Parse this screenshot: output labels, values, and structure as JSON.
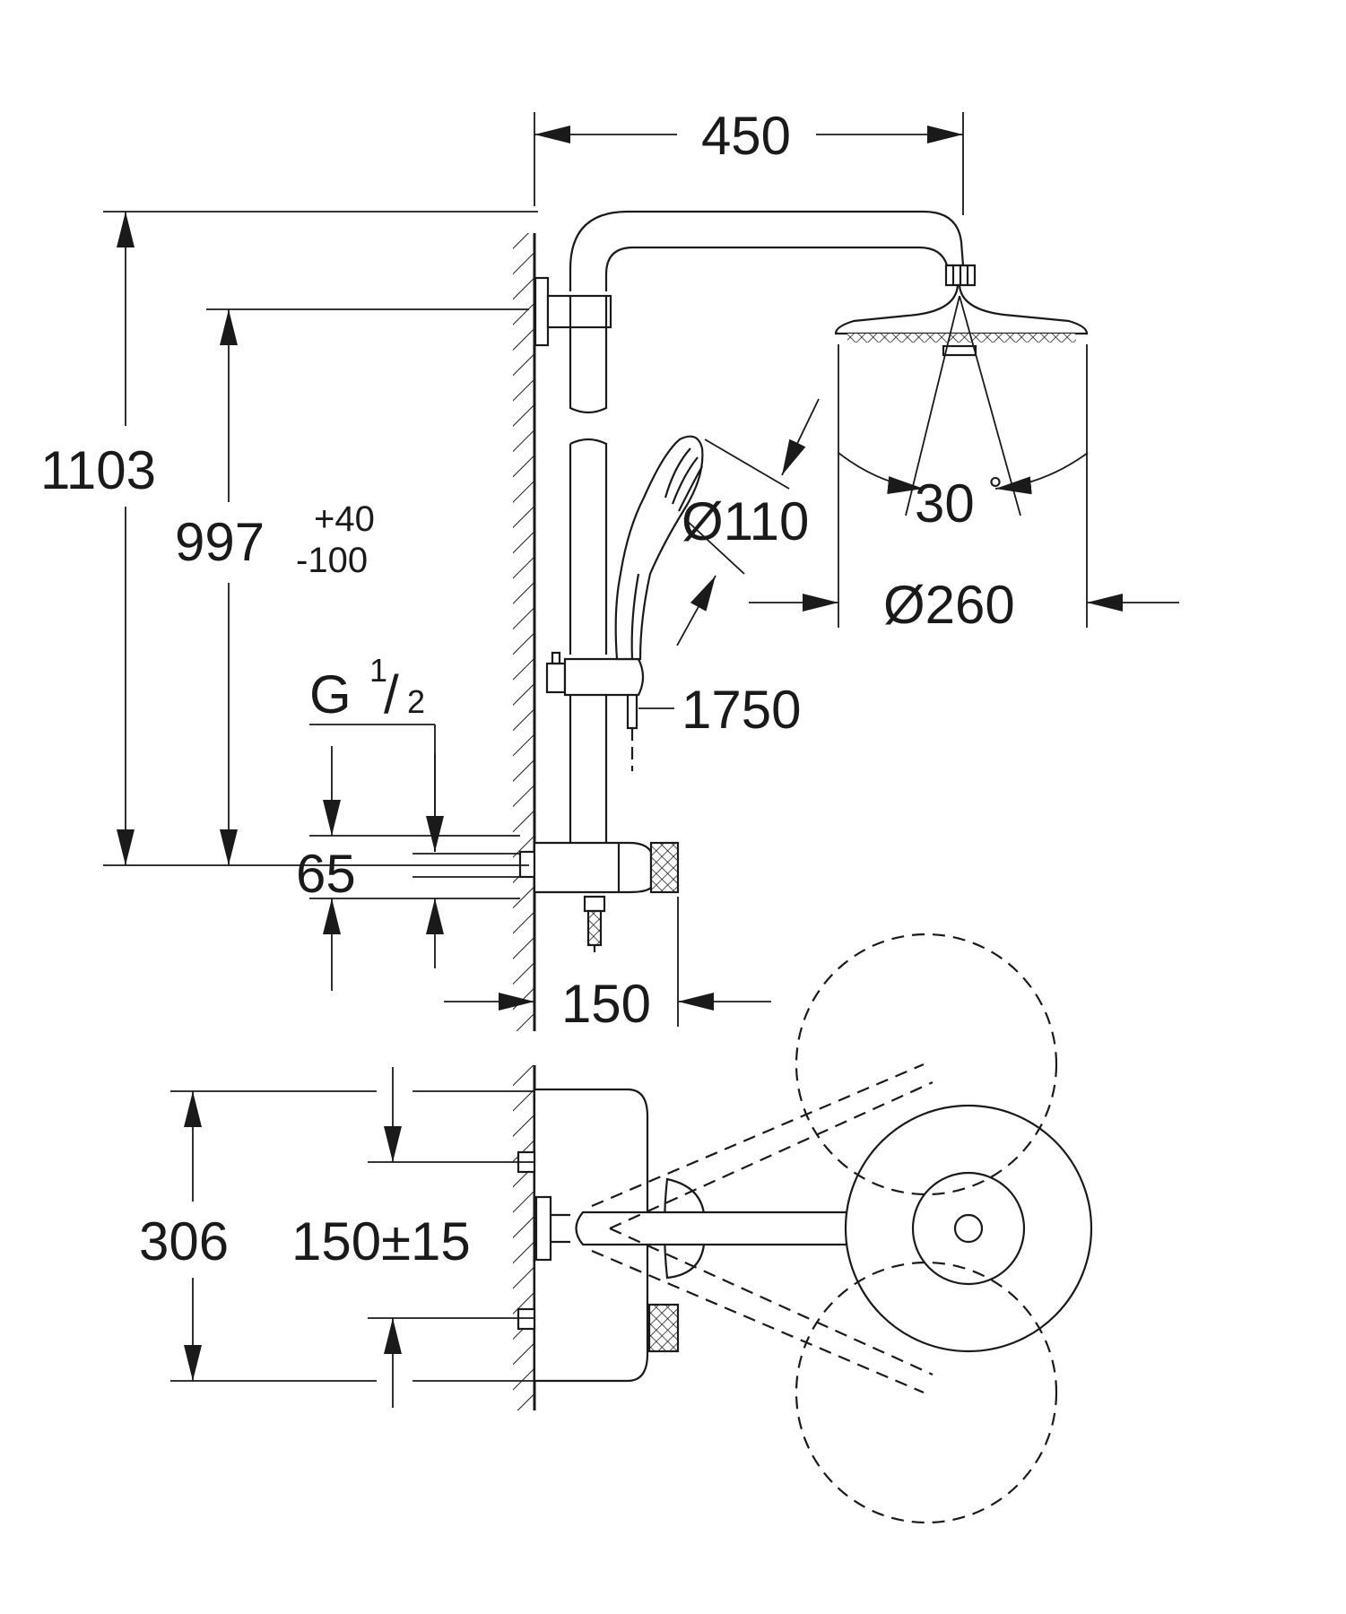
{
  "dimensions": {
    "width_top": "450",
    "height_total": "1103",
    "height_adjust": "997",
    "tolerance_plus": "+40",
    "tolerance_minus": "-100",
    "thread": "G",
    "thread_num": "1",
    "thread_den": "2",
    "thread_sep": "/",
    "hand_shower_dia": "Ø110",
    "head_dia": "Ø260",
    "hose_length": "1750",
    "spray_angle": "30",
    "degree": "°",
    "gap_65": "65",
    "projection_150": "150",
    "plan_width": "306",
    "centre_distance": "150±15"
  },
  "colors": {
    "line": "#1a1a1a",
    "background": "#ffffff"
  }
}
